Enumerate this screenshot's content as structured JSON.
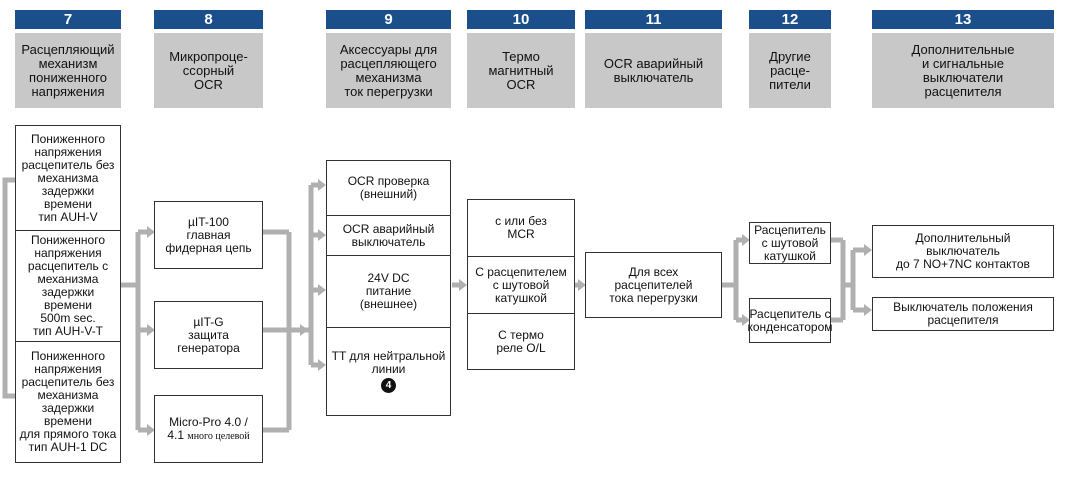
{
  "columns": [
    {
      "number": "7",
      "title": "Расцепляющий\nмеханизм\nпониженного\nнапряжения"
    },
    {
      "number": "8",
      "title": "Микропроце-\nссорный\nOCR"
    },
    {
      "number": "9",
      "title": "Аксессуары для\nрасцепляющего\nмеханизма\nток перегрузки"
    },
    {
      "number": "10",
      "title": "Термо\nмагнитный\nOCR"
    },
    {
      "number": "11",
      "title": "OCR  аварийный\nвыключатель"
    },
    {
      "number": "12",
      "title": "Другие\nрасце-\nпители"
    },
    {
      "number": "13",
      "title": "Дополнительные\nи сигнальные\nвыключатели\nрасцепителя"
    }
  ],
  "col7": [
    "Пониженного\nнапряжения\nрасцепитель без\nмеханизма\nзадержки\nвремени\nтип AUH-V",
    "Пониженного\nнапряжения\nрасцепитель с\nмеханизма\nзадержки\nвремени\n500m sec.\nтип AUH-V-T",
    "Пониженного\nнапряжения\nрасцепитель без\nмеханизма\nзадержки\nвремени\nдля прямого тока\nтип AUH-1 DC"
  ],
  "col8": [
    "µIT-100\nглавная\nфидерная цепь",
    "µIT-G\nзащита\nгенератора"
  ],
  "col8_micro": {
    "main": "Micro-Pro 4.0 /",
    "prefix": "4.1 ",
    "small": "много целевой"
  },
  "col9": [
    "OCR проверка\n(внешний)",
    "OCR  аварийный\nвыключатель",
    "24V DC\nпитание\n(внешнее)",
    "TT для нейтральной\nлинии"
  ],
  "col9_badge": "4",
  "col10": [
    "с или без\nMCR",
    "С расцепителем\nс шутовой\nкатушкой",
    "С термо\nреле O/L"
  ],
  "col11": "Для всех\nрасцепителей\nтока  перегрузки",
  "col12": [
    "Расцепитель\nс шутовой\nкатушкой",
    "Расцепитель с\nконденсатором"
  ],
  "col13": [
    "Дополнительный\nвыключатель\nдо 7 NO+7NC контактов",
    "Выключатель положения\nрасцепителя"
  ],
  "colors": {
    "header_num": "#1a4f8c",
    "header_title": "#c8c8c8",
    "connector": "#b0b0b0"
  }
}
